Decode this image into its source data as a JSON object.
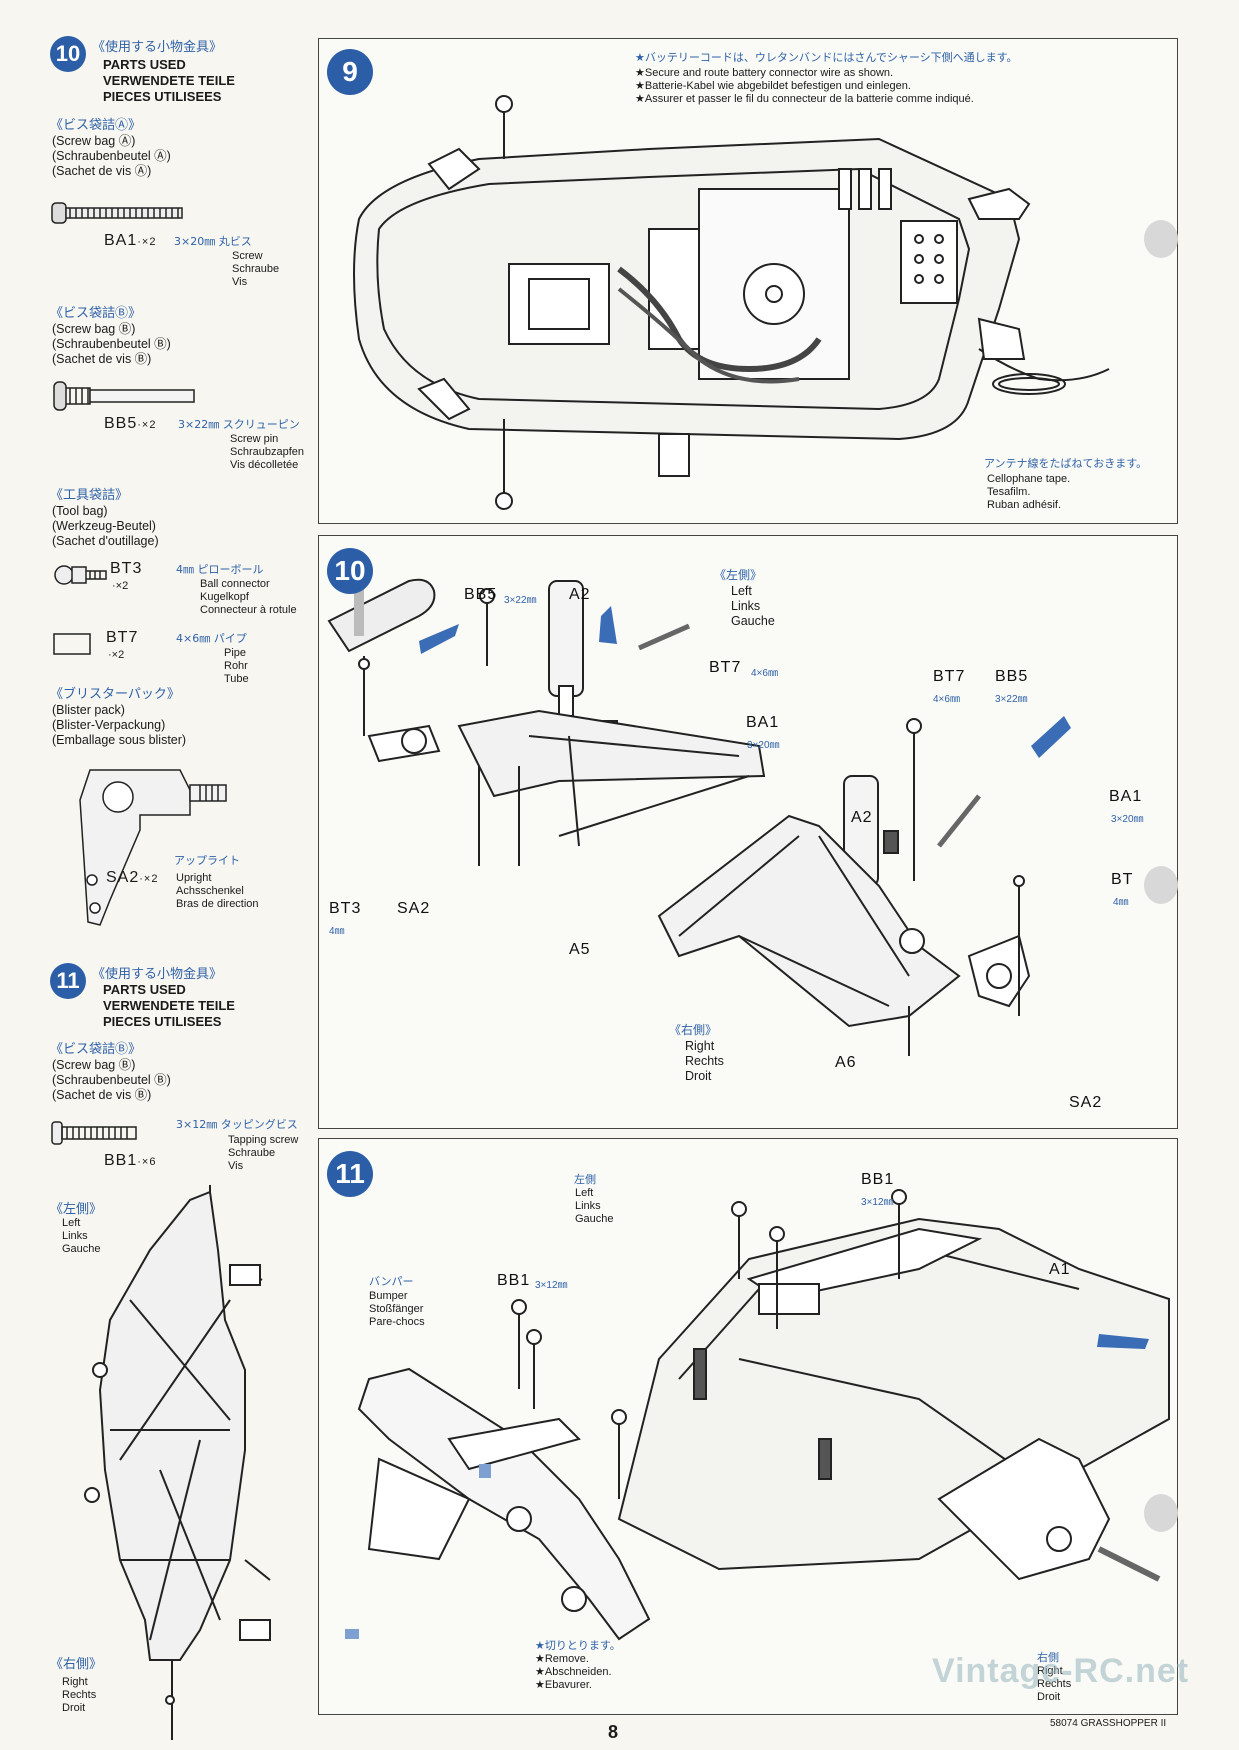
{
  "sidebar": {
    "step10": {
      "num": "10",
      "jp_title": "《使用する小物金具》",
      "title_en": "PARTS USED",
      "title_de": "VERWENDETE TEILE",
      "title_fr": "PIECES UTILISEES",
      "bag_a_jp": "《ビス袋詰Ⓐ》",
      "bag_a": [
        "(Screw bag Ⓐ)",
        "(Schraubenbeutel Ⓐ)",
        "(Sachet de vis Ⓐ)"
      ],
      "ba1_code": "BA1",
      "ba1_qty": "·×2",
      "ba1_jp": "3×20㎜ 丸ビス",
      "ba1_names": [
        "Screw",
        "Schraube",
        "Vis"
      ],
      "bag_b_jp": "《ビス袋詰Ⓑ》",
      "bag_b": [
        "(Screw bag Ⓑ)",
        "(Schraubenbeutel Ⓑ)",
        "(Sachet de vis Ⓑ)"
      ],
      "bb5_code": "BB5",
      "bb5_qty": "·×2",
      "bb5_jp": "3×22㎜ スクリューピン",
      "bb5_names": [
        "Screw pin",
        "Schraubzapfen",
        "Vis décolletée"
      ],
      "tool_jp": "《工具袋詰》",
      "tool": [
        "(Tool bag)",
        "(Werkzeug-Beutel)",
        "(Sachet d'outillage)"
      ],
      "bt3_code": "BT3",
      "bt3_qty": "·×2",
      "bt3_jp": "4㎜ ピローボール",
      "bt3_names": [
        "Ball connector",
        "Kugelkopf",
        "Connecteur à rotule"
      ],
      "bt7_code": "BT7",
      "bt7_qty": "·×2",
      "bt7_jp": "4×6㎜ パイプ",
      "bt7_names": [
        "Pipe",
        "Rohr",
        "Tube"
      ],
      "blister_jp": "《ブリスターパック》",
      "blister": [
        "(Blister pack)",
        "(Blister-Verpackung)",
        "(Emballage sous blister)"
      ],
      "sa2_code": "SA2",
      "sa2_qty": "·×2",
      "sa2_jp": "アップライト",
      "sa2_names": [
        "Upright",
        "Achsschenkel",
        "Bras de direction"
      ]
    },
    "step11": {
      "num": "11",
      "jp_title": "《使用する小物金具》",
      "title_en": "PARTS USED",
      "title_de": "VERWENDETE TEILE",
      "title_fr": "PIECES UTILISEES",
      "bag_b_jp": "《ビス袋詰Ⓑ》",
      "bag_b": [
        "(Screw bag Ⓑ)",
        "(Schraubenbeutel Ⓑ)",
        "(Sachet de vis Ⓑ)"
      ],
      "bb1_code": "BB1",
      "bb1_qty": "·×6",
      "bb1_jp": "3×12㎜ タッピングビス",
      "bb1_names": [
        "Tapping screw",
        "Schraube",
        "Vis"
      ],
      "left_jp": "《左側》",
      "left": [
        "Left",
        "Links",
        "Gauche"
      ],
      "right_jp": "《右側》",
      "right": [
        "Right",
        "Rechts",
        "Droit"
      ]
    }
  },
  "panel9": {
    "num": "9",
    "note_jp": "★バッテリーコードは、ウレタンバンドにはさんでシャーシ下側へ通します。",
    "notes": [
      "★Secure and route battery connector wire as shown.",
      "★Batterie-Kabel wie abgebildet befestigen und einlegen.",
      "★Assurer et passer le fil du connecteur de la batterie comme indiqué."
    ],
    "tape_jp": "アンテナ線をたばねておきます。",
    "tape": [
      "Cellophane tape.",
      "Tesafilm.",
      "Ruban adhésif."
    ]
  },
  "panel10": {
    "num": "10",
    "left_jp": "《左側》",
    "left": [
      "Left",
      "Links",
      "Gauche"
    ],
    "right_jp": "《右側》",
    "right": [
      "Right",
      "Rechts",
      "Droit"
    ],
    "labels": {
      "bb5": "BB5",
      "bb5_spec": "3×22㎜",
      "a2": "A2",
      "bt7": "BT7",
      "bt7_spec": "4×6㎜",
      "ba1": "BA1",
      "ba1_spec": "3×20㎜",
      "bt3": "BT3",
      "bt3_spec": "4㎜",
      "sa2": "SA2",
      "a5": "A5",
      "a6": "A6",
      "bt7_r": "BT7",
      "bt7_r_spec": "4×6㎜",
      "bb5_r": "BB5",
      "bb5_r_spec": "3×22㎜",
      "a2_r": "A2",
      "ba1_r": "BA1",
      "ba1_r_spec": "3×20㎜",
      "bt3_r": "BT",
      "bt3_r_spec": "4㎜",
      "sa2_r": "SA2"
    }
  },
  "panel11": {
    "num": "11",
    "left_jp": "左側",
    "left": [
      "Left",
      "Links",
      "Gauche"
    ],
    "bumper_jp": "バンパー",
    "bumper": [
      "Bumper",
      "Stoßfänger",
      "Pare-chocs"
    ],
    "bb1": "BB1",
    "bb1_spec": "3×12㎜",
    "bb1_b": "BB1",
    "bb1_b_spec": "3×12㎜",
    "a1": "A1",
    "remove_jp": "★切りとります。",
    "remove": [
      "★Remove.",
      "★Abschneiden.",
      "★Ebavurer."
    ],
    "right_jp": "右側",
    "right": [
      "Right",
      "Rechts",
      "Droit"
    ]
  },
  "footer": {
    "page": "8",
    "code": "58074 GRASSHOPPER II",
    "watermark": "Vintage-RC.net"
  },
  "colors": {
    "accent": "#2b5ea7",
    "line": "#2a2a2a",
    "bg": "#f7f6f1"
  }
}
